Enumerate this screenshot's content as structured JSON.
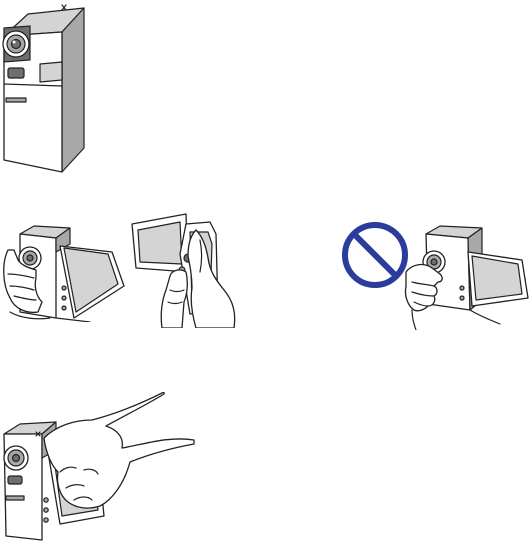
{
  "figures": {
    "camcorder_closed": {
      "icon": "camcorder-closed-illustration"
    },
    "hold_left_hand": {
      "icon": "hand-holding-camcorder-illustration"
    },
    "hold_lcd_grip": {
      "icon": "hand-gripping-lcd-panel-illustration"
    },
    "wrong_hold": {
      "icon": "prohibited-hold-illustration",
      "prohibit_color": "#2a3c9c"
    },
    "lcd_close": {
      "icon": "hand-closing-lcd-illustration"
    }
  }
}
